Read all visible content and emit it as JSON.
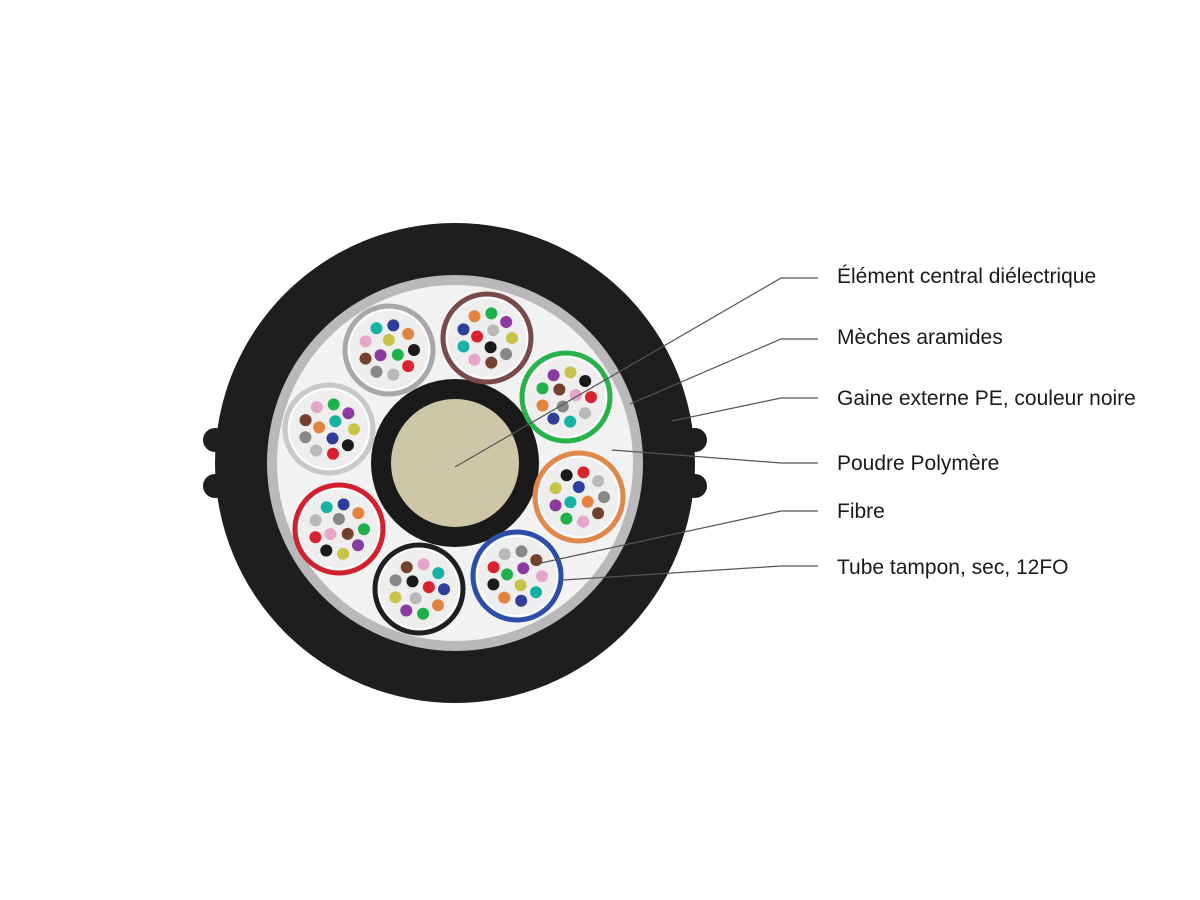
{
  "labels": {
    "central_element": "Élément central diélectrique",
    "aramid_yarns": "Mèches aramides",
    "outer_sheath": "Gaine externe PE, couleur noire",
    "polymer_powder": "Poudre Polymère",
    "fibre": "Fibre",
    "buffer_tube": "Tube tampon, sec, 12FO"
  },
  "cable": {
    "fibers_per_tube": 12,
    "tube_count": 8,
    "colors": {
      "outer_sheath": "#1e1e1e",
      "aramid_ring": "#b9b9bb",
      "fill": "#f2f2f3",
      "central_jacket": "#1a1a1a",
      "central_core": "#cdc7a8",
      "tube_fill": "#eeeeef"
    },
    "tube_colors": [
      "#a8a8a8",
      "#7a4a4a",
      "#27b24a",
      "#e0874a",
      "#2c4ea8",
      "#1f1f1f",
      "#d41f2d",
      "#c8c8c8"
    ],
    "fiber_colors": [
      "#1a1a1a",
      "#d8232f",
      "#b9b9bb",
      "#888888",
      "#74412f",
      "#e6a6c9",
      "#16b3a5",
      "#2d3f9a",
      "#e3833f",
      "#1fb14a",
      "#8b3aa0",
      "#c6c54a"
    ]
  }
}
